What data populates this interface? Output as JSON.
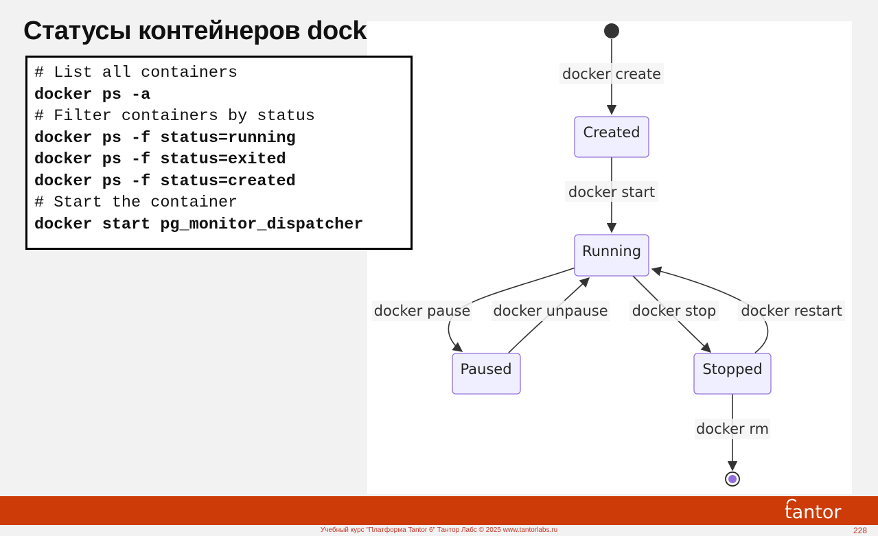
{
  "title": "Статусы контейнеров docker",
  "code": {
    "lines": [
      {
        "text": "# List all containers",
        "kind": "comment"
      },
      {
        "text": "docker ps -a",
        "kind": "cmd"
      },
      {
        "text": "# Filter containers by status",
        "kind": "comment"
      },
      {
        "text": "docker ps -f status=running",
        "kind": "cmd"
      },
      {
        "text": "docker ps -f status=exited",
        "kind": "cmd"
      },
      {
        "text": "docker ps -f status=created",
        "kind": "cmd"
      },
      {
        "text": "# Start the container",
        "kind": "comment"
      },
      {
        "text": "docker start pg_monitor_dispatcher",
        "kind": "cmd"
      }
    ]
  },
  "diagram": {
    "states": {
      "created": "Created",
      "running": "Running",
      "paused": "Paused",
      "stopped": "Stopped"
    },
    "transitions": {
      "create": "docker create",
      "start": "docker start",
      "pause": "docker pause",
      "unpause": "docker unpause",
      "stop": "docker stop",
      "restart": "docker restart",
      "rm": "docker rm"
    },
    "colors": {
      "state_fill": "#f0efff",
      "state_stroke": "#9370db",
      "edge": "#333333",
      "end_fill": "#9370db"
    }
  },
  "footer": {
    "course_text": "Учебный курс \"Платформа Tantor 6\" Тантор Лабс © 2025  www.tantorlabs.ru",
    "page_number": "228",
    "logo": "tantor",
    "band_color": "#cc3b08"
  }
}
